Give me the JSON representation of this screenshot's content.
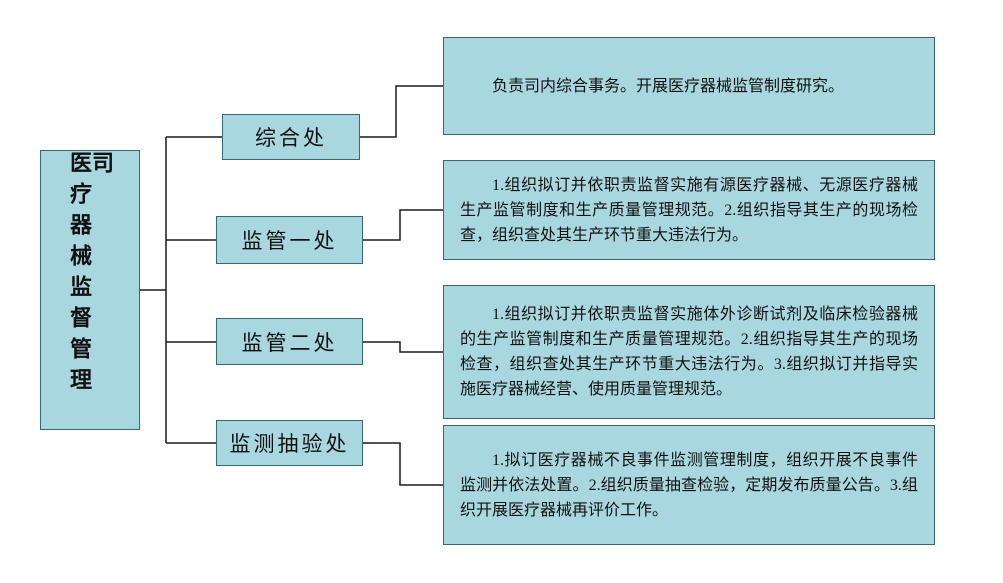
{
  "diagram": {
    "root": {
      "label": "医疗器械监督管理司"
    },
    "branches": [
      {
        "label": "综合处",
        "description": "负责司内综合事务。开展医疗器械监管制度研究。"
      },
      {
        "label": "监管一处",
        "description": "1.组织拟订并依职责监督实施有源医疗器械、无源医疗器械生产监管制度和生产质量管理规范。2.组织指导其生产的现场检查，组织查处其生产环节重大违法行为。"
      },
      {
        "label": "监管二处",
        "description": "1.组织拟订并依职责监督实施体外诊断试剂及临床检验器械的生产监管制度和生产质量管理规范。2.组织指导其生产的现场检查，组织查处其生产环节重大违法行为。3.组织拟订并指导实施医疗器械经营、使用质量管理规范。"
      },
      {
        "label": "监测抽验处",
        "description": "1.拟订医疗器械不良事件监测管理制度，组织开展不良事件监测并依法处置。2.组织质量抽查检验，定期发布质量公告。3.组织开展医疗器械再评价工作。"
      }
    ],
    "colors": {
      "box_fill": "#a9d7e0",
      "box_border": "#3a6670",
      "line": "#1a1a1a"
    }
  }
}
